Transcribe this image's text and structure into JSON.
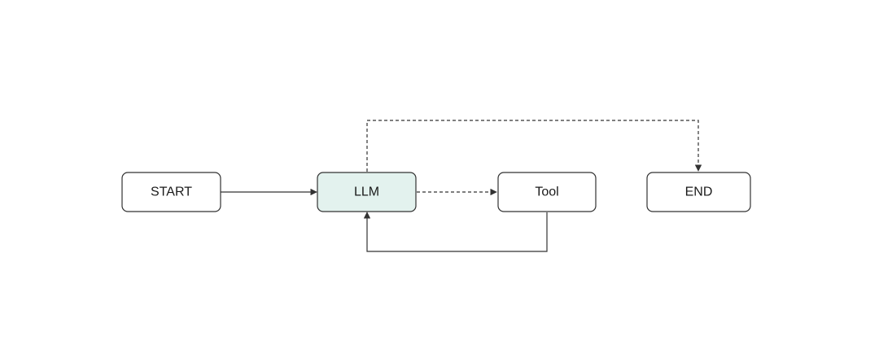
{
  "nodes": {
    "start": {
      "label": "START",
      "fill": "#ffffff"
    },
    "llm": {
      "label": "LLM",
      "fill": "#e3f2ee"
    },
    "tool": {
      "label": "Tool",
      "fill": "#ffffff"
    },
    "end": {
      "label": "END",
      "fill": "#ffffff"
    }
  },
  "colors": {
    "stroke": "#333333",
    "text": "#1a1a1a",
    "background": "#ffffff"
  },
  "edges": [
    {
      "from": "START",
      "to": "LLM",
      "style": "solid"
    },
    {
      "from": "LLM",
      "to": "Tool",
      "style": "dashed"
    },
    {
      "from": "Tool",
      "to": "LLM",
      "style": "solid"
    },
    {
      "from": "LLM",
      "to": "END",
      "style": "dashed"
    }
  ]
}
